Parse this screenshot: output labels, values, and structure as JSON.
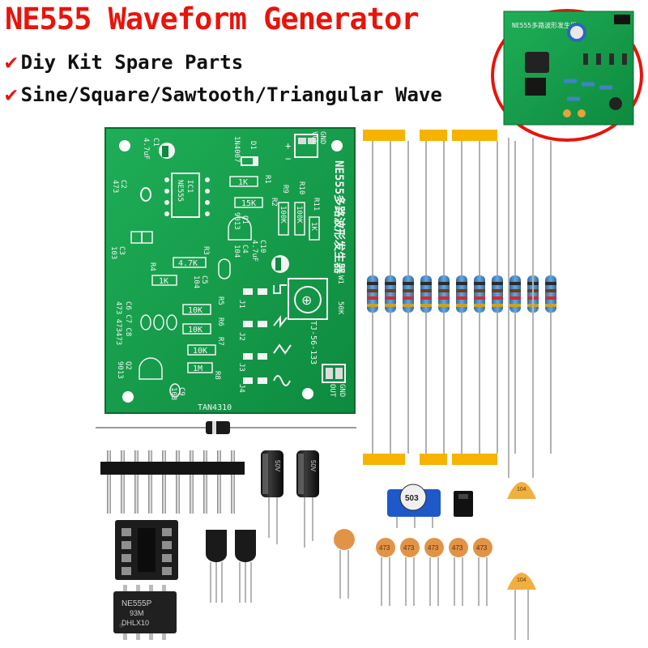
{
  "title": "NE555 Waveform Generator",
  "features": [
    "Diy Kit Spare Parts",
    "Sine/Square/Sawtooth/Triangular Wave"
  ],
  "colors": {
    "title_red": "#e8140c",
    "pcb_green": "#12a14b",
    "tape_yellow": "#f6b300",
    "capacitor_orange": "#e8a23a",
    "resistor_blue": "#3f84c4"
  },
  "pcb": {
    "board_text": "NE555多路波形发生器",
    "power_labels": [
      "GND",
      "VCC",
      "−",
      "+"
    ],
    "output_labels": [
      "OUT",
      "GND"
    ],
    "model": "TJ-56-133",
    "pot_value": "50K",
    "pot_ref": "W1",
    "ic_label": "NE555",
    "ic_ref": "IC1",
    "diode_ref": "D1",
    "diode_part": "1N4007",
    "c1": "C1",
    "c1_value": "4.7uF",
    "c2": "C2",
    "c2_value": "473",
    "c3": "C3",
    "c3_value": "103",
    "transistor_q1": "Q1",
    "transistor_part": "9013",
    "r_values": [
      "1K",
      "15K",
      "100K",
      "100K",
      "1K",
      "4.7K",
      "1K",
      "10K",
      "10K",
      "10K",
      "1M"
    ],
    "r_refs": [
      "R1",
      "R2",
      "R9",
      "R10",
      "R11",
      "R3",
      "R4",
      "R5",
      "R6",
      "R7",
      "R8"
    ],
    "c4": "C4",
    "c4_value": "104",
    "c5": "C5",
    "c5_value": "104",
    "c10": "C10",
    "c10_value": "4.7uF",
    "c6_c8": "C6 C7 C8",
    "c6_c8_value": "473 473473",
    "q2": "Q2",
    "q2_part": "9013",
    "c9": "C9",
    "c9_value": "103",
    "jumpers": [
      "J1",
      "J2",
      "J3",
      "J4"
    ],
    "serial": "TAN4310"
  },
  "parts": {
    "ic_marking": [
      "NE555P",
      "93M",
      "DHLX10"
    ],
    "electrolytic_marking": "50V",
    "trimpot_marking": "503",
    "ceramic_marking_473": "473",
    "ceramic_marking_104": "104"
  },
  "inset_board_text": "NE555多路波形发生器"
}
